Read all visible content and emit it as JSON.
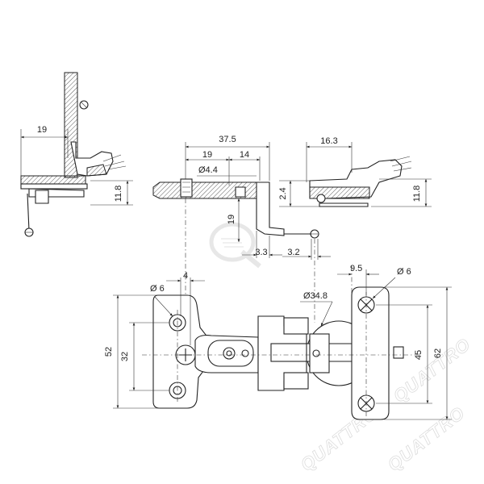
{
  "dimensions": {
    "side_left_19": "19",
    "side_left_11_8": "11.8",
    "mid_37_5": "37.5",
    "mid_19": "19",
    "mid_14": "14",
    "mid_dia_4_4": "Ø4.4",
    "mid_19_vertical": "19",
    "mid_3_3": "3.3",
    "mid_3_2": "3.2",
    "right_16_3": "16.3",
    "right_2_4": "2.4",
    "right_11_8": "11.8",
    "top_4": "4",
    "top_dia_6_left": "Ø 6",
    "top_52": "52",
    "top_32": "32",
    "top_9_5": "9.5",
    "top_dia_6_right": "Ø 6",
    "top_dia_34_8": "Ø34.8",
    "top_45": "45",
    "top_62": "62"
  },
  "watermark": {
    "text": "QUATTRO"
  }
}
